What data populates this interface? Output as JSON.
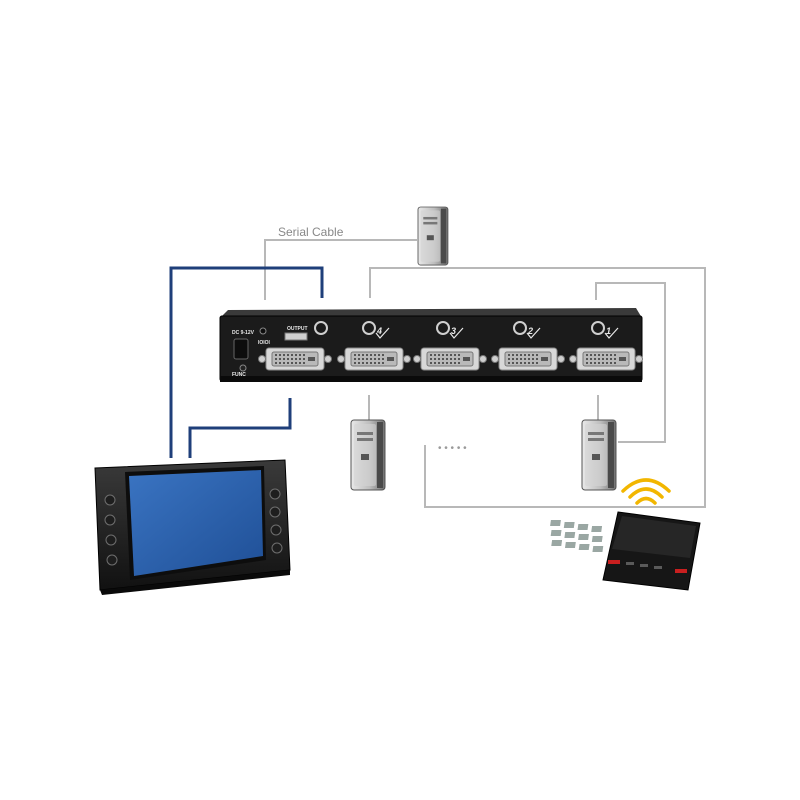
{
  "diagram": {
    "serial_cable_label": "Serial Cable",
    "ellipsis": "• • • • •",
    "switch_panel": {
      "power_label": "DC 9-12V",
      "func_label": "FUNC",
      "output_label": "OUTPUT",
      "rs232_label": "IOIOI",
      "ports": [
        {
          "number": "4"
        },
        {
          "number": "3"
        },
        {
          "number": "2"
        },
        {
          "number": "1"
        }
      ]
    }
  },
  "colors": {
    "video_cable": "#1f3f7a",
    "control_cable": "#b5b5b5",
    "switch_body": "#1a1a1a",
    "monitor_screen": "#2a5fa8",
    "ir_waves": "#f2b600"
  }
}
